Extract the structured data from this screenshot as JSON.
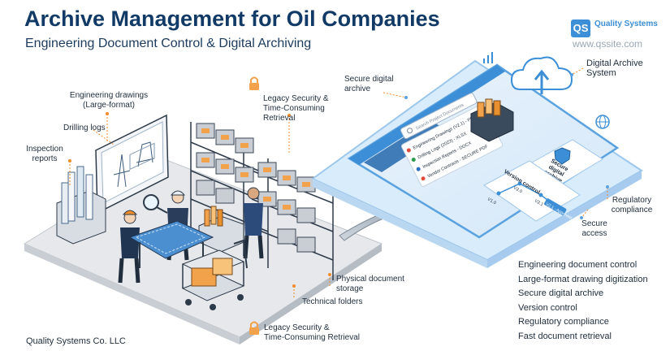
{
  "header": {
    "title": "Archive Management for Oil Companies",
    "subtitle": "Engineering Document Control & Digital Archiving"
  },
  "brand": {
    "logo_mark": "QS",
    "name_line1": "Quality Systems",
    "url": "www.qssite.com",
    "footer": "Quality Systems Co. LLC"
  },
  "physical_labels": {
    "engineering_drawings": [
      "Engineering drawings",
      "(Large-format)"
    ],
    "drilling_logs": "Drilling logs",
    "inspection_reports": [
      "Inspection",
      "reports"
    ],
    "legacy_top": [
      "Legacy Security &",
      "Time-Consuming",
      "Retrieval"
    ],
    "physical_storage": [
      "Physical document",
      "storage"
    ],
    "technical_folders": "Technical folders",
    "legacy_bottom": [
      "Legacy Security &",
      "Time-Consuming Retrieval"
    ]
  },
  "digital_labels": {
    "secure_archive": [
      "Secure digital",
      "archive"
    ],
    "system": [
      "Digital Archive",
      "System"
    ],
    "regulatory": [
      "Regulatory",
      "compliance"
    ],
    "secure_access": [
      "Secure",
      "access"
    ]
  },
  "screen": {
    "search_placeholder": "Search Project Documents",
    "files": [
      "Engineering Drawings (V2.1) - PDF",
      "Drilling Logs (2023) - XLSX",
      "Inspection Reports - DOCX",
      "Vendor Contracts - SECURE PDF"
    ],
    "secure_card": [
      "Secure",
      "digital",
      "archive"
    ],
    "version_title": "Version control",
    "versions": [
      "V1.0",
      "V2.0",
      "V2.1",
      "V2.1 - Approved"
    ]
  },
  "features": [
    "Engineering document control",
    "Large-format drawing digitization",
    "Secure digital archive",
    "Version control",
    "Regulatory compliance",
    "Fast document retrieval"
  ],
  "colors": {
    "title": "#123a66",
    "accent_orange": "#f28c28",
    "digital_blue": "#3c8fd6",
    "platform_gray": "#e6e8eb"
  }
}
